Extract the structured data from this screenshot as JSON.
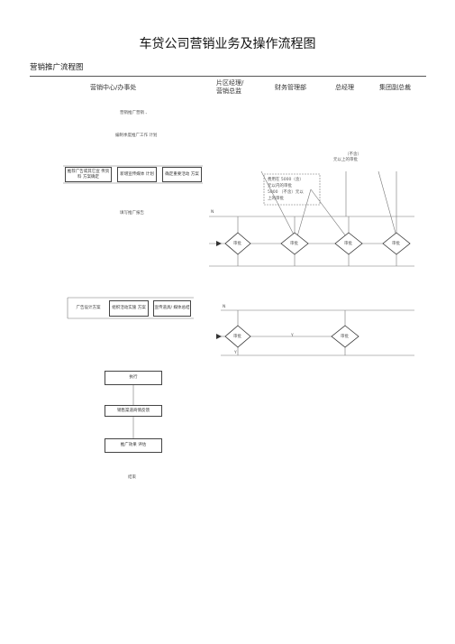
{
  "title": "车贷公司营销业务及操作流程图",
  "section_title": "营销推广流程图",
  "columns": {
    "marketing": "营销中心/办事处",
    "regional_manager_line1": "片区经理/",
    "regional_manager_line2": "营销总监",
    "finance": "财务管理部",
    "gm": "总经理",
    "group_vp": "集团副总裁"
  },
  "left_flow": {
    "step1": "营销推广营销 、",
    "step2": "编制季度推广工作 计划",
    "box_a": "推荐广告或其它宣 传资料 方案确定",
    "box_b": "新增宣传媒体 计划",
    "box_c": "确定重要活动 方案",
    "step3": "填写推广报告",
    "box_d": "广告设计方案",
    "box_e": "组织活动实施 方案",
    "box_f": "宣传道具/ 媒体总结",
    "exec": "执行",
    "feedback": "销售渠道商情反馈",
    "evaluate": "推广效果 评估",
    "end": "结束"
  },
  "right_flow": {
    "note_top_1": "（不含）",
    "note_top_2": "元以上的审批",
    "note_box_1": "费用在  5000（含）",
    "note_box_2": "元以内的审批",
    "note_box_3": "5000 （不含）元以",
    "note_box_4": "上的审批",
    "n_label": "N",
    "y_label": "Y",
    "approve": "审批"
  }
}
